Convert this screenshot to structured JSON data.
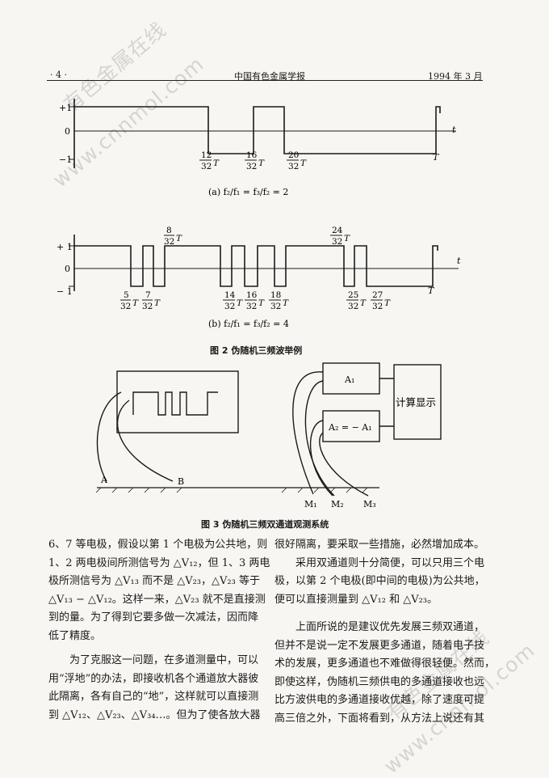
{
  "header": {
    "page": "· 4 ·",
    "journal": "中国有色金属学报",
    "date": "1994 年 3 月"
  },
  "figure2": {
    "a": {
      "y_plus": "+1",
      "y_zero": "0",
      "y_minus": "−1",
      "axis_t": "t",
      "end_T": "T",
      "ticks": [
        {
          "num": "12",
          "den": "32",
          "T": "T"
        },
        {
          "num": "16",
          "den": "32",
          "T": "T"
        },
        {
          "num": "20",
          "den": "32",
          "T": "T"
        }
      ],
      "caption": "(a)    f₂/f₁ = f₃/f₂ = 2"
    },
    "b": {
      "y_plus": "+ 1",
      "y_zero": "0",
      "y_minus": "− 1",
      "axis_t": "t",
      "end_T": "T",
      "ticks_top": [
        {
          "num": "8",
          "den": "32",
          "T": "T"
        },
        {
          "num": "24",
          "den": "32",
          "T": "T"
        }
      ],
      "ticks_bottom": [
        {
          "num": "5",
          "den": "32",
          "T": "T"
        },
        {
          "num": "7",
          "den": "32",
          "T": "T"
        },
        {
          "num": "14",
          "den": "32",
          "T": "T"
        },
        {
          "num": "16",
          "den": "32",
          "T": "T"
        },
        {
          "num": "18",
          "den": "32",
          "T": "T"
        },
        {
          "num": "25",
          "den": "32",
          "T": "T"
        },
        {
          "num": "27",
          "den": "32",
          "T": "T"
        }
      ],
      "caption": "(b)    f₂/f₁ = f₃/f₂ = 4"
    },
    "caption": "图 2   伪随机三频波举例"
  },
  "figure3": {
    "label_A": "A",
    "label_B": "B",
    "box_a1": "A₁",
    "box_a2": "A₂ = − A₁",
    "box_compute": "计算显示",
    "m1": "M₁",
    "m2": "M₂",
    "m3": "M₃",
    "caption": "图 3   伪随机三频双通道观测系统"
  },
  "body": {
    "left": [
      "6、7 等电极，假设以第 1 个电极为公共地，则",
      "1、2 两电极间所测信号为 △V₁₂，但 1、3 两电",
      "极所测信号为 △V₁₃ 而不是 △V₂₃，△V₂₃ 等于",
      "△V₁₃ − △V₁₂。这样一来，△V₂₃ 就不是直接测",
      "到的量。为了得到它要多做一次减法，因而降",
      "低了精度。",
      "为了克服这一问题，在多道测量中，可以",
      "用“浮地”的办法，即接收机各个通道放大器彼",
      "此隔离，各有自己的“地”，这样就可以直接测",
      "到 △V₁₂、△V₂₃、△V₃₄…。但为了使各放大器"
    ],
    "right": [
      "很好隔离，要采取一些措施，必然增加成本。",
      "采用双通道则十分简便，可以只用三个电",
      "极，以第 2 个电极(即中间的电极)为公共地，",
      "便可以直接测量到 △V₁₂ 和 △V₂₃。",
      "上面所说的是建议优先发展三频双通道，",
      "但并不是说一定不发展更多通道，随着电子技",
      "术的发展，更多通道也不难做得很轻便。然而，",
      "即使这样，伪随机三频供电的多通道接收也远",
      "比方波供电的多通道接收优越，除了速度可提",
      "高三倍之外，下面将看到，从方法上说还有其"
    ]
  },
  "watermarks": [
    "有色金属在线",
    "www.cnnmol.com",
    "有色金属在线",
    "www.cnnmol.com"
  ]
}
